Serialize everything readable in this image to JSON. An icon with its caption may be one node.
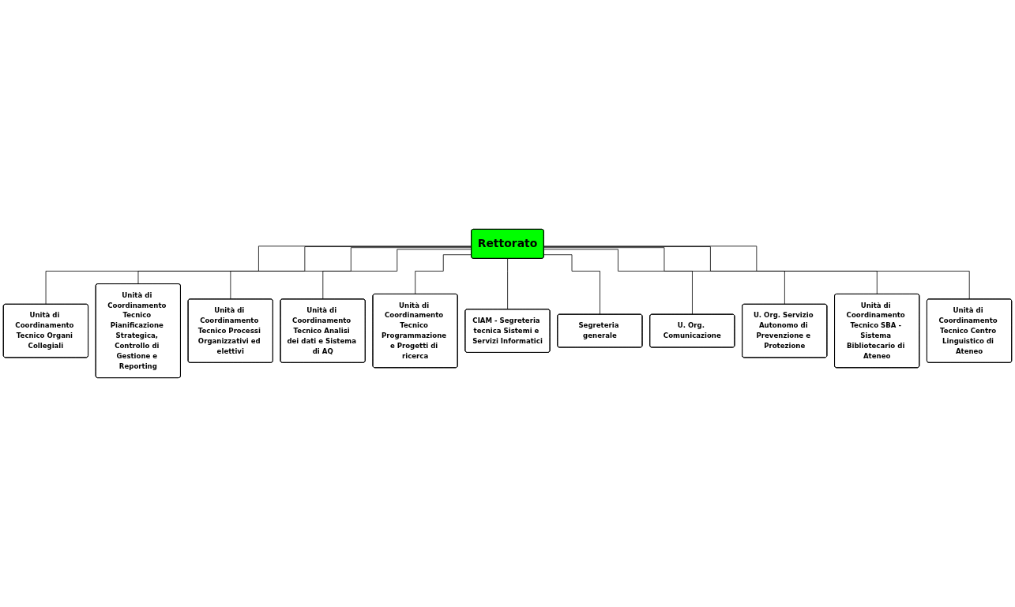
{
  "diagram": {
    "nodes": [
      {
        "text": [
          "Rettorato"
        ]
      },
      {
        "text": [
          "Unità di Coordinamento Tecnico Organi Collegiali"
        ]
      },
      {
        "text": [
          "Unità di Coordinamento Tecnico Pianificazione Strategica, Controllo di Gestione e Reporting"
        ]
      },
      {
        "text": [
          "Unità di Coordinamento Tecnico Processi Organizzativi ed elettivi"
        ]
      },
      {
        "text": [
          "Unità di Coordinamento Tecnico Analisi dei dati e Sistema di AQ"
        ]
      },
      {
        "text": [
          "Unità di Coordinamento Tecnico Programmazione e Progetti di ricerca"
        ]
      },
      {
        "text": [
          "CIAM - Segreteria tecnica Sistemi e Servizi Informatici"
        ]
      },
      {
        "text": [
          "Segreteria generale"
        ]
      },
      {
        "text": [
          "U. Org. Comunicazione"
        ]
      },
      {
        "text": [
          "U. Org. Servizio Autonomo di Prevenzione e Protezione"
        ]
      },
      {
        "text": [
          "Unità di Coordinamento Tecnico SBA - Sistema Bibliotecario di Ateneo"
        ]
      },
      {
        "text": [
          "Unità di Coordinamento Tecnico Centro Linguistico di Ateneo"
        ]
      }
    ],
    "edges": [
      {
        "from": 0,
        "to": 1,
        "arrow": "none"
      },
      {
        "from": 0,
        "to": 2,
        "arrow": "none"
      },
      {
        "from": 0,
        "to": 3,
        "arrow": "none"
      },
      {
        "from": 0,
        "to": 4,
        "arrow": "none"
      },
      {
        "from": 0,
        "to": 5,
        "arrow": "none"
      },
      {
        "from": 0,
        "to": 6,
        "arrow": "none"
      },
      {
        "from": 0,
        "to": 7,
        "arrow": "none"
      },
      {
        "from": 0,
        "to": 8,
        "arrow": "none"
      },
      {
        "from": 0,
        "to": 9,
        "arrow": "none"
      },
      {
        "from": 0,
        "to": 10,
        "arrow": "none"
      },
      {
        "from": 0,
        "to": 11,
        "arrow": "none"
      }
    ]
  }
}
